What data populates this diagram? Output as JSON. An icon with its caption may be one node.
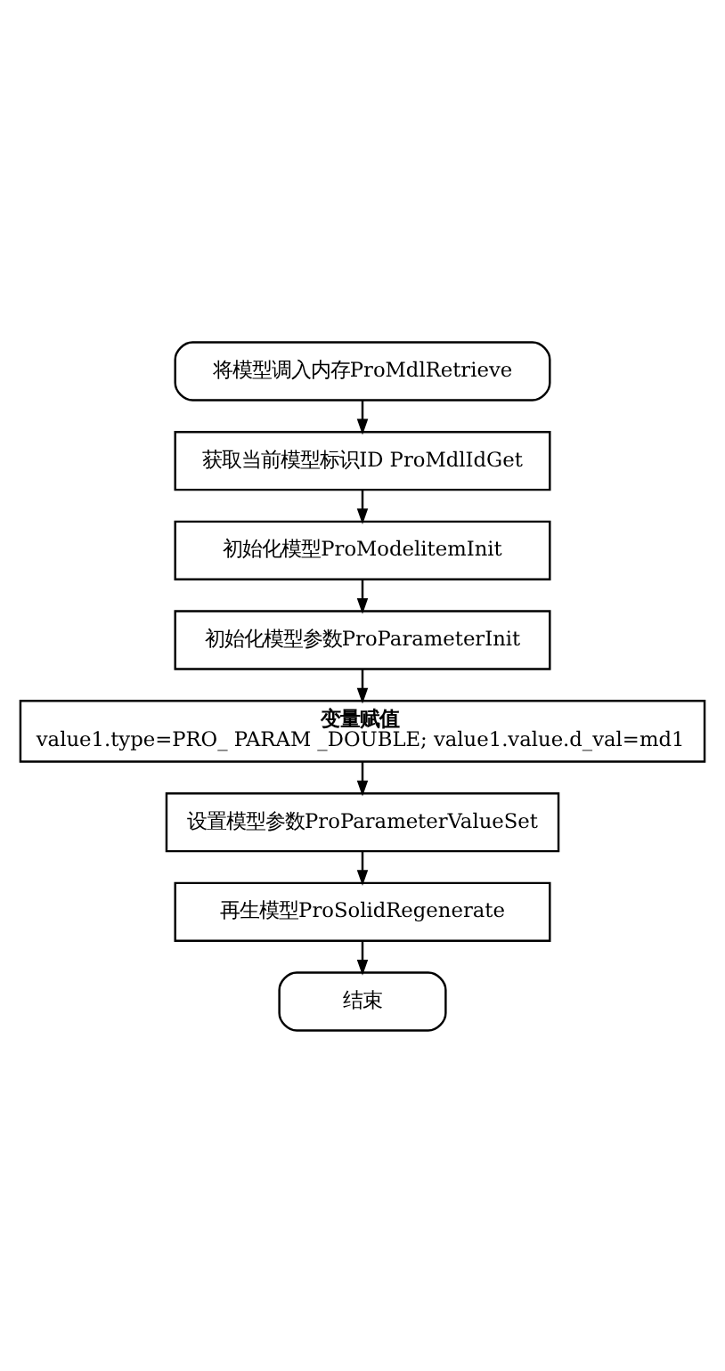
{
  "diagram": {
    "nodes": [
      {
        "text": [
          "将模型调入内存ProMdlRetrieve"
        ]
      },
      {
        "text": [
          "获取当前模型标识ID ProMdlIdGet"
        ]
      },
      {
        "text": [
          "初始化模型ProModelitemInit"
        ]
      },
      {
        "text": [
          "初始化模型参数ProParameterInit"
        ]
      },
      {
        "text": [
          "变量赋值",
          "value1.type=PRO_ PARAM _DOUBLE; value1.value.d_val=md1"
        ]
      },
      {
        "text": [
          "设置模型参数ProParameterValueSet"
        ]
      },
      {
        "text": [
          "再生模型ProSolidRegenerate"
        ]
      },
      {
        "text": [
          "结束"
        ]
      }
    ],
    "edges": [
      {
        "from": 0,
        "to": 1,
        "arrow": "to"
      },
      {
        "from": 1,
        "to": 2,
        "arrow": "to"
      },
      {
        "from": 2,
        "to": 3,
        "arrow": "to"
      },
      {
        "from": 3,
        "to": 4,
        "arrow": "to"
      },
      {
        "from": 4,
        "to": 5,
        "arrow": "to"
      },
      {
        "from": 5,
        "to": 6,
        "arrow": "to"
      },
      {
        "from": 6,
        "to": 7,
        "arrow": "to"
      }
    ]
  }
}
